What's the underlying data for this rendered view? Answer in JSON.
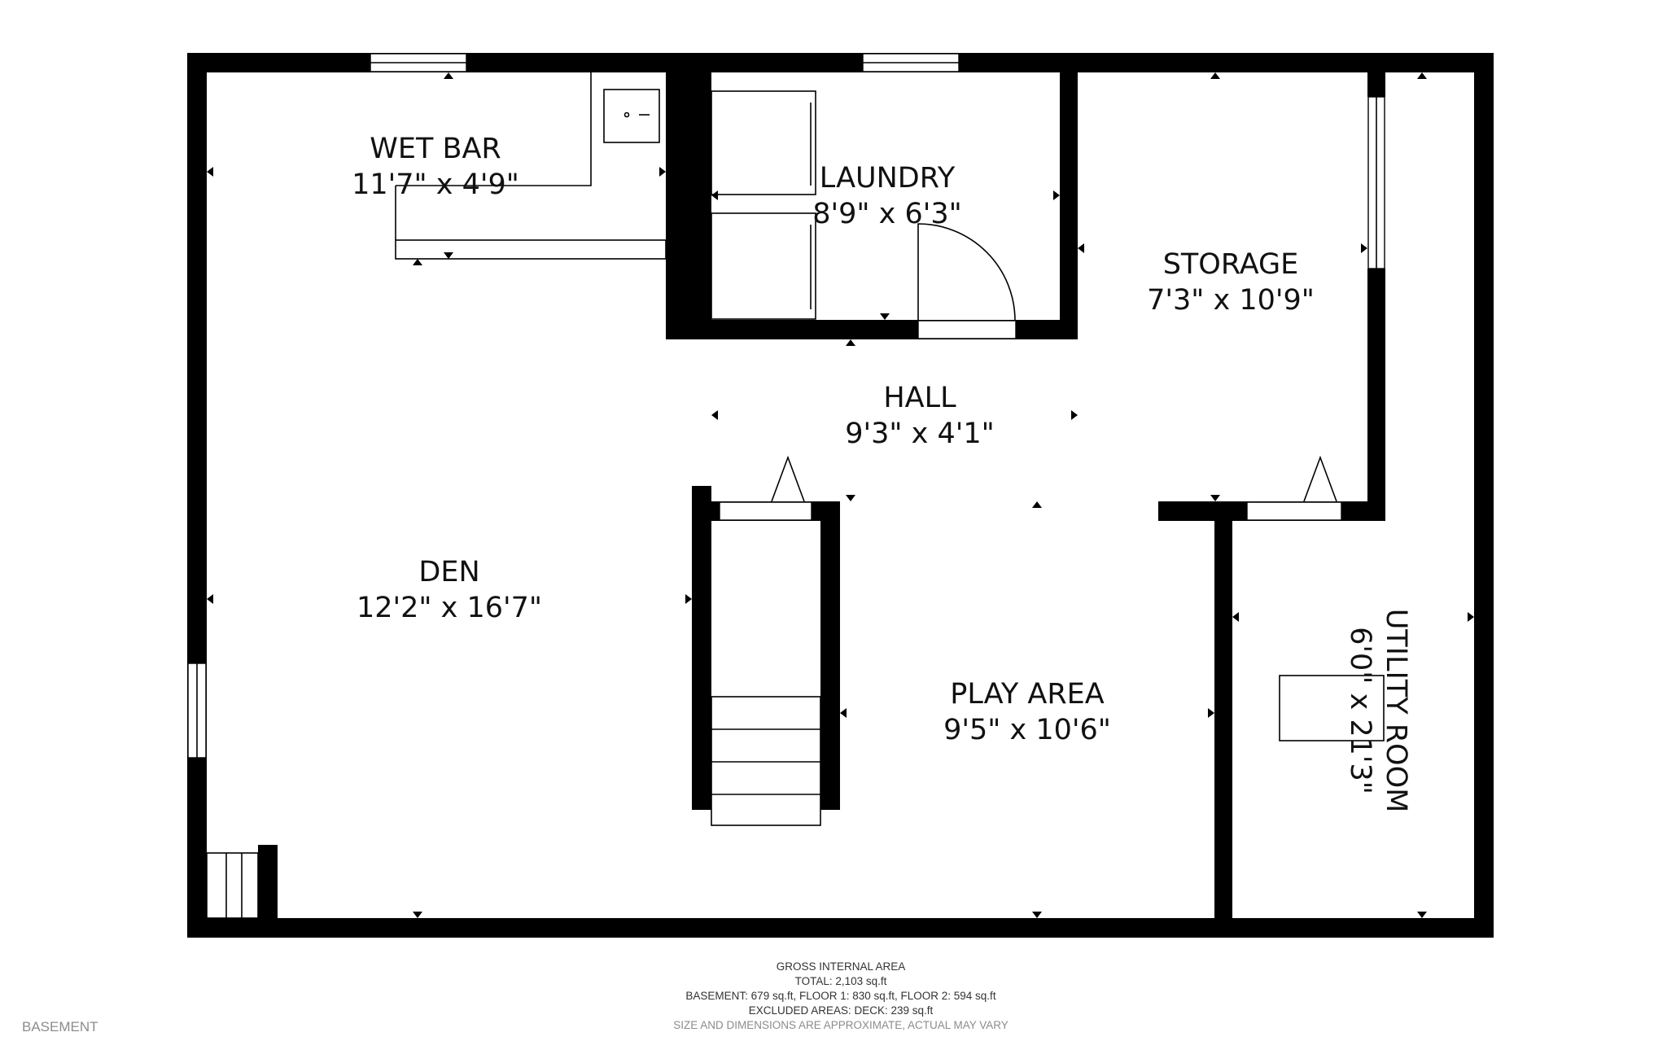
{
  "rooms": {
    "wet_bar": {
      "name": "WET BAR",
      "dims": "11'7\" x 4'9\""
    },
    "laundry": {
      "name": "LAUNDRY",
      "dims": "8'9\" x 6'3\""
    },
    "storage": {
      "name": "STORAGE",
      "dims": "7'3\" x 10'9\""
    },
    "hall": {
      "name": "HALL",
      "dims": "9'3\" x 4'1\""
    },
    "den": {
      "name": "DEN",
      "dims": "12'2\" x 16'7\""
    },
    "play_area": {
      "name": "PLAY AREA",
      "dims": "9'5\" x 10'6\""
    },
    "utility": {
      "name": "UTILITY ROOM",
      "dims": "6'0\" x 21'3\""
    }
  },
  "area_summary": {
    "heading": "GROSS INTERNAL AREA",
    "total": "TOTAL: 2,103 sq.ft",
    "floors": "BASEMENT: 679 sq.ft, FLOOR 1: 830 sq.ft, FLOOR 2: 594 sq.ft",
    "excluded": "EXCLUDED AREAS: DECK: 239 sq.ft",
    "disclaimer": "SIZE AND DIMENSIONS ARE APPROXIMATE, ACTUAL MAY VARY"
  },
  "floor_label": "BASEMENT"
}
